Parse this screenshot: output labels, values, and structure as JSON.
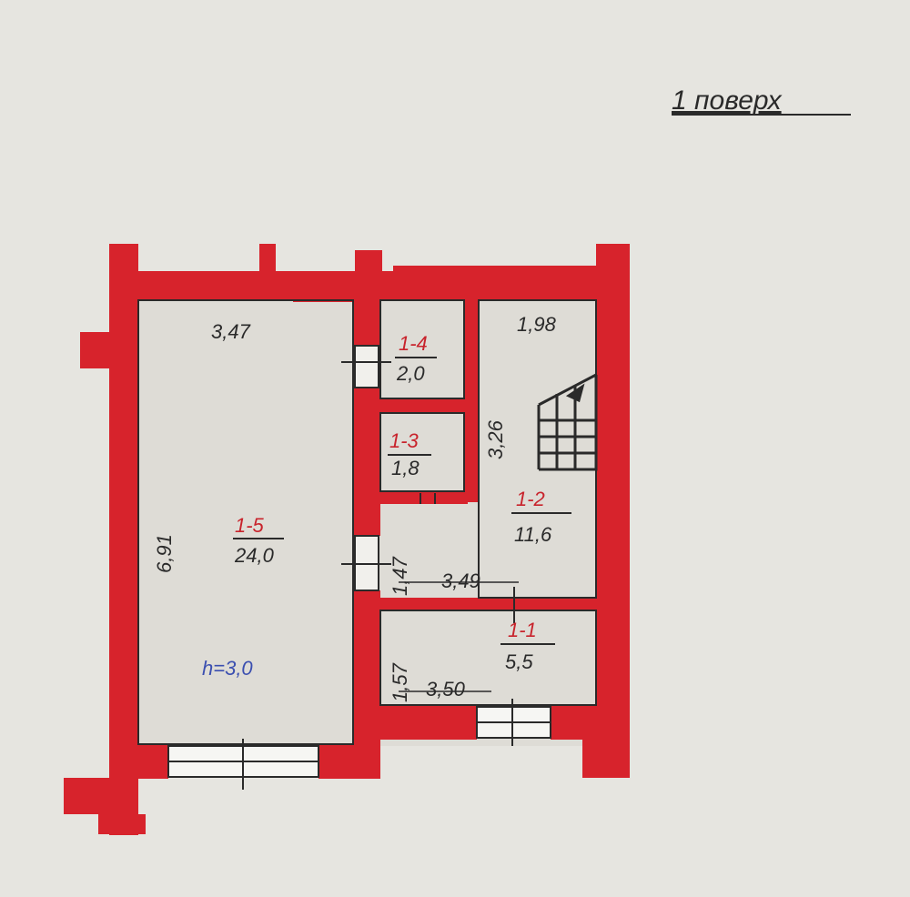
{
  "title": "1 поверх",
  "colors": {
    "background": "#e6e5e0",
    "wall": "#d7232c",
    "floor": "#dedcd6",
    "line": "#2a2a2a",
    "room_number": "#c8232c",
    "height_text": "#3b4fb0"
  },
  "rooms": [
    {
      "number": "1-5",
      "area": "24,0"
    },
    {
      "number": "1-4",
      "area": "2,0"
    },
    {
      "number": "1-3",
      "area": "1,8"
    },
    {
      "number": "1-2",
      "area": "11,6"
    },
    {
      "number": "1-1",
      "area": "5,5"
    }
  ],
  "dimensions": {
    "big_room_width": "3,47",
    "big_room_length": "6,91",
    "stair_room_width": "1,98",
    "stair_room_length": "3,26",
    "corridor_width": "3,49",
    "corridor_door": "1,47",
    "entry_width": "3,50",
    "entry_depth": "1,57"
  },
  "ceiling_height": "h=3,0",
  "icons": {
    "stair": "staircase-icon",
    "window": "window-icon",
    "door": "door-icon"
  }
}
